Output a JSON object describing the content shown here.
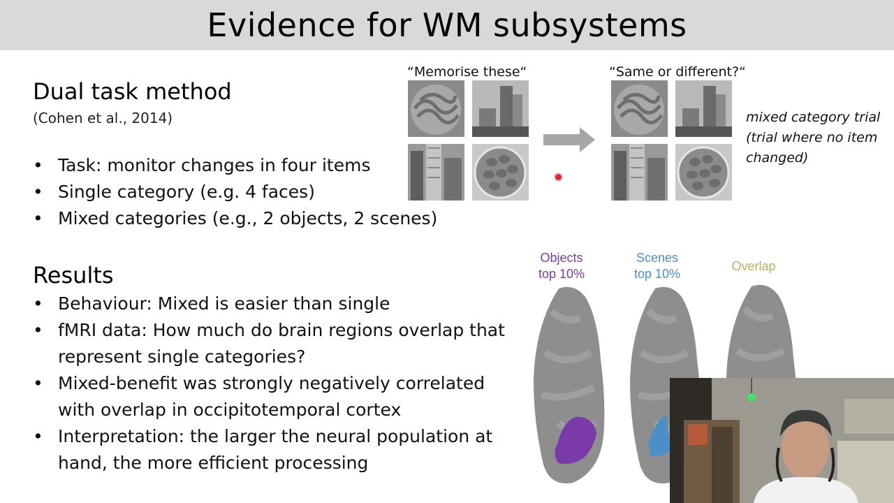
{
  "title": "Evidence for WM subsystems",
  "method": {
    "heading": "Dual task method",
    "citation": "(Cohen et al., 2014)",
    "bullets": [
      "Task: monitor changes in four items",
      "Single category (e.g. 4 faces)",
      "Mixed categories (e.g., 2 objects, 2 scenes)"
    ]
  },
  "results": {
    "heading": "Results",
    "bullets": [
      "Behaviour: Mixed is easier than single",
      "fMRI data: How much do brain regions overlap that represent single categories?",
      "Mixed-benefit was strongly negatively correlated with overlap in occipitotemporal cortex",
      "Interpretation: the larger the neural population at hand, the more efficient processing"
    ]
  },
  "figure": {
    "memorise_label": "“Memorise these“",
    "same_diff_label": "“Same or different?“",
    "trial_note": "mixed category trial (trial where no item changed)",
    "brain_labels": {
      "objects": "Objects",
      "objects_sub": "top 10%",
      "scenes": "Scenes",
      "scenes_sub": "top 10%",
      "overlap": "Overlap"
    },
    "colors": {
      "objects": "#7a3aa8",
      "scenes": "#4a8fc8",
      "overlap": "#b8b060"
    }
  }
}
